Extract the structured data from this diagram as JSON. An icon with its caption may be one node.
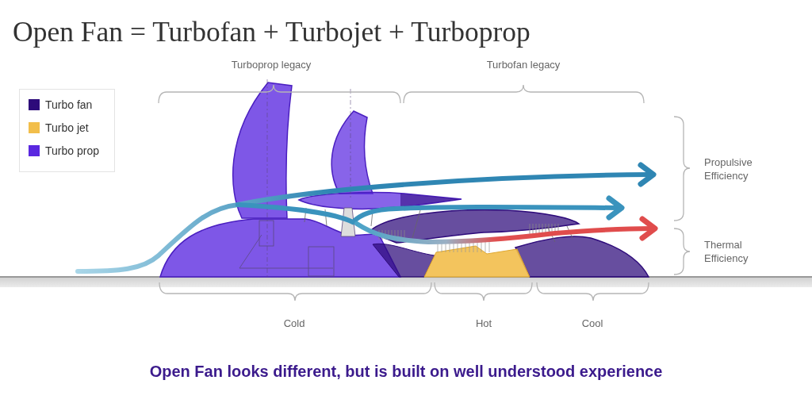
{
  "diagram": {
    "title": "Open Fan = Turbofan + Turbojet + Turboprop",
    "caption": "Open Fan looks different, but is built on well understood experience",
    "labels": [
      "Turboprop legacy",
      "Turbofan legacy",
      "Propulsive Efficiency",
      "Thermal Efficiency",
      "Cold",
      "Hot",
      "Cool"
    ],
    "legend": [
      {
        "text": "Turbo fan",
        "color": "#2d0a7a"
      },
      {
        "text": "Turbo jet",
        "color": "#f2be4b"
      },
      {
        "text": "Turbo prop",
        "color": "#5a28e0"
      }
    ]
  }
}
